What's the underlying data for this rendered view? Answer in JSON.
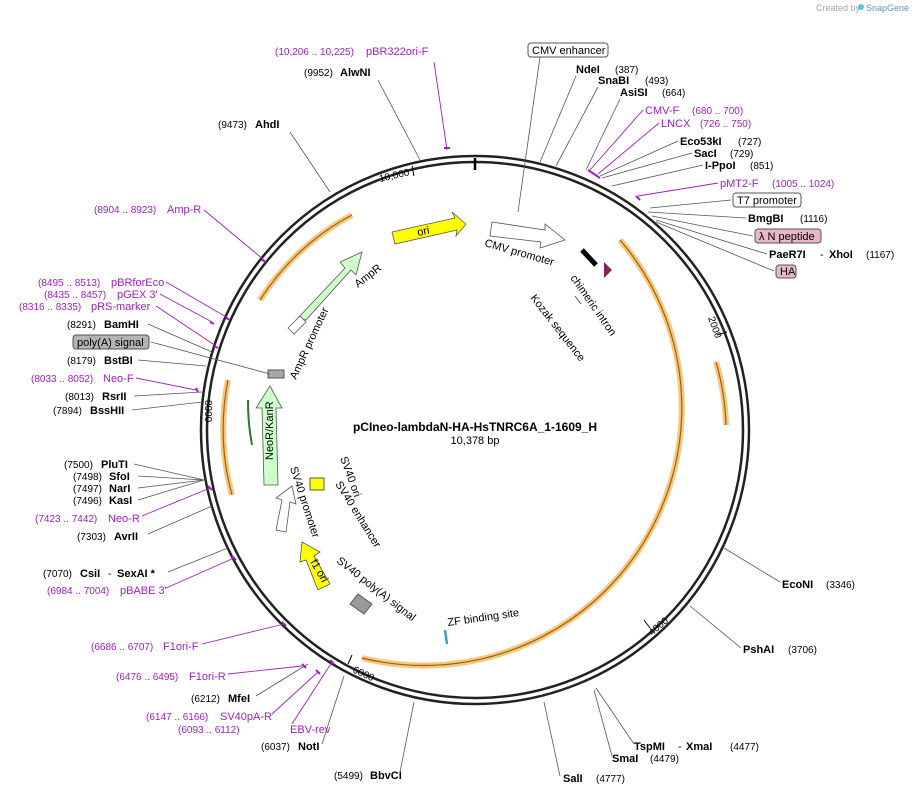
{
  "credit": {
    "created_by": "Created by",
    "brand": "SnapGene"
  },
  "plasmid": {
    "name": "pCIneo-lambdaN-HA-HsTNRC6A_1-1609_H",
    "size": "10,378 bp"
  },
  "ticks": [
    "10,000",
    "2000",
    "4000",
    "6000",
    "8000"
  ],
  "enzymes": [
    {
      "pos": "(387)",
      "name": "NdeI"
    },
    {
      "pos": "(493)",
      "name": "SnaBI"
    },
    {
      "pos": "(664)",
      "name": "AsiSI"
    },
    {
      "pos": "(727)",
      "name": "Eco53kI"
    },
    {
      "pos": "(729)",
      "name": "SacI"
    },
    {
      "pos": "(851)",
      "name": "I-PpoI"
    },
    {
      "pos": "(1116)",
      "name": "BmgBI"
    },
    {
      "pos": "(1167)",
      "name": "PaeR7I",
      "name2": "XhoI"
    },
    {
      "pos": "(3346)",
      "name": "EcoNI"
    },
    {
      "pos": "(3706)",
      "name": "PshAI"
    },
    {
      "pos": "(4477)",
      "name": "TspMI",
      "name2": "XmaI"
    },
    {
      "pos": "(4479)",
      "name": "SmaI"
    },
    {
      "pos": "(4777)",
      "name": "SalI"
    },
    {
      "pos": "(5499)",
      "name": "BbvCI"
    },
    {
      "pos": "(6037)",
      "name": "NotI"
    },
    {
      "pos": "(6212)",
      "name": "MfeI"
    },
    {
      "pos": "(7070)",
      "name": "CsiI",
      "name2": "SexAI *"
    },
    {
      "pos": "(7303)",
      "name": "AvrII"
    },
    {
      "pos": "(7496)",
      "name": "KasI"
    },
    {
      "pos": "(7497)",
      "name": "NarI"
    },
    {
      "pos": "(7498)",
      "name": "SfoI"
    },
    {
      "pos": "(7500)",
      "name": "PluTI"
    },
    {
      "pos": "(7894)",
      "name": "BssHII"
    },
    {
      "pos": "(8013)",
      "name": "RsrII"
    },
    {
      "pos": "(8179)",
      "name": "BstBI"
    },
    {
      "pos": "(8291)",
      "name": "BamHI"
    },
    {
      "pos": "(9473)",
      "name": "AhdI"
    },
    {
      "pos": "(9952)",
      "name": "AlwNI"
    }
  ],
  "primers": [
    {
      "range": "(10,206 .. 10,225)",
      "name": "pBR322ori-F"
    },
    {
      "range": "(680 .. 700)",
      "name": "CMV-F"
    },
    {
      "range": "(726 .. 750)",
      "name": "LNCX"
    },
    {
      "range": "(1005 .. 1024)",
      "name": "pMT2-F"
    },
    {
      "range": "(8904 .. 8923)",
      "name": "Amp-R"
    },
    {
      "range": "(8495 .. 8513)",
      "name": "pBRforEco"
    },
    {
      "range": "(8435 .. 8457)",
      "name": "pGEX 3'"
    },
    {
      "range": "(8316 .. 8335)",
      "name": "pRS-marker"
    },
    {
      "range": "(8033 .. 8052)",
      "name": "Neo-F"
    },
    {
      "range": "(7423 .. 7442)",
      "name": "Neo-R"
    },
    {
      "range": "(6984 .. 7004)",
      "name": "pBABE 3'"
    },
    {
      "range": "(6686 .. 6707)",
      "name": "F1ori-F"
    },
    {
      "range": "(6476 .. 6495)",
      "name": "F1ori-R"
    },
    {
      "range": "(6147 .. 6166)",
      "name": "SV40pA-R"
    },
    {
      "range": "(6093 .. 6112)",
      "name": "EBV-rev"
    }
  ],
  "boxed_features": {
    "cmv_enhancer": "CMV enhancer",
    "t7_promoter": "T7 promoter",
    "lambda_n": "λ N peptide",
    "ha": "HA",
    "polya": "poly(A) signal"
  },
  "features": {
    "ori": "ori",
    "cmv_promoter": "CMV promoter",
    "chimeric_intron": "chimeric intron",
    "kozak": "Kozak sequence",
    "ampr": "AmpR",
    "ampr_promoter": "AmpR promoter",
    "neo": "NeoR/KanR",
    "sv40_promoter": "SV40 promoter",
    "sv40_ori": "SV40 ori",
    "sv40_enhancer": "SV40 enhancer",
    "f1_ori": "f1 ori",
    "sv40_polya": "SV40 poly(A) signal",
    "zf": "ZF binding site"
  },
  "colors": {
    "primer": "#a020c0",
    "ori": "#ffff00",
    "ampr": "#ccffcc",
    "insert_highlight": "#f5c77a",
    "pink_feature": "#e7b7c8"
  }
}
